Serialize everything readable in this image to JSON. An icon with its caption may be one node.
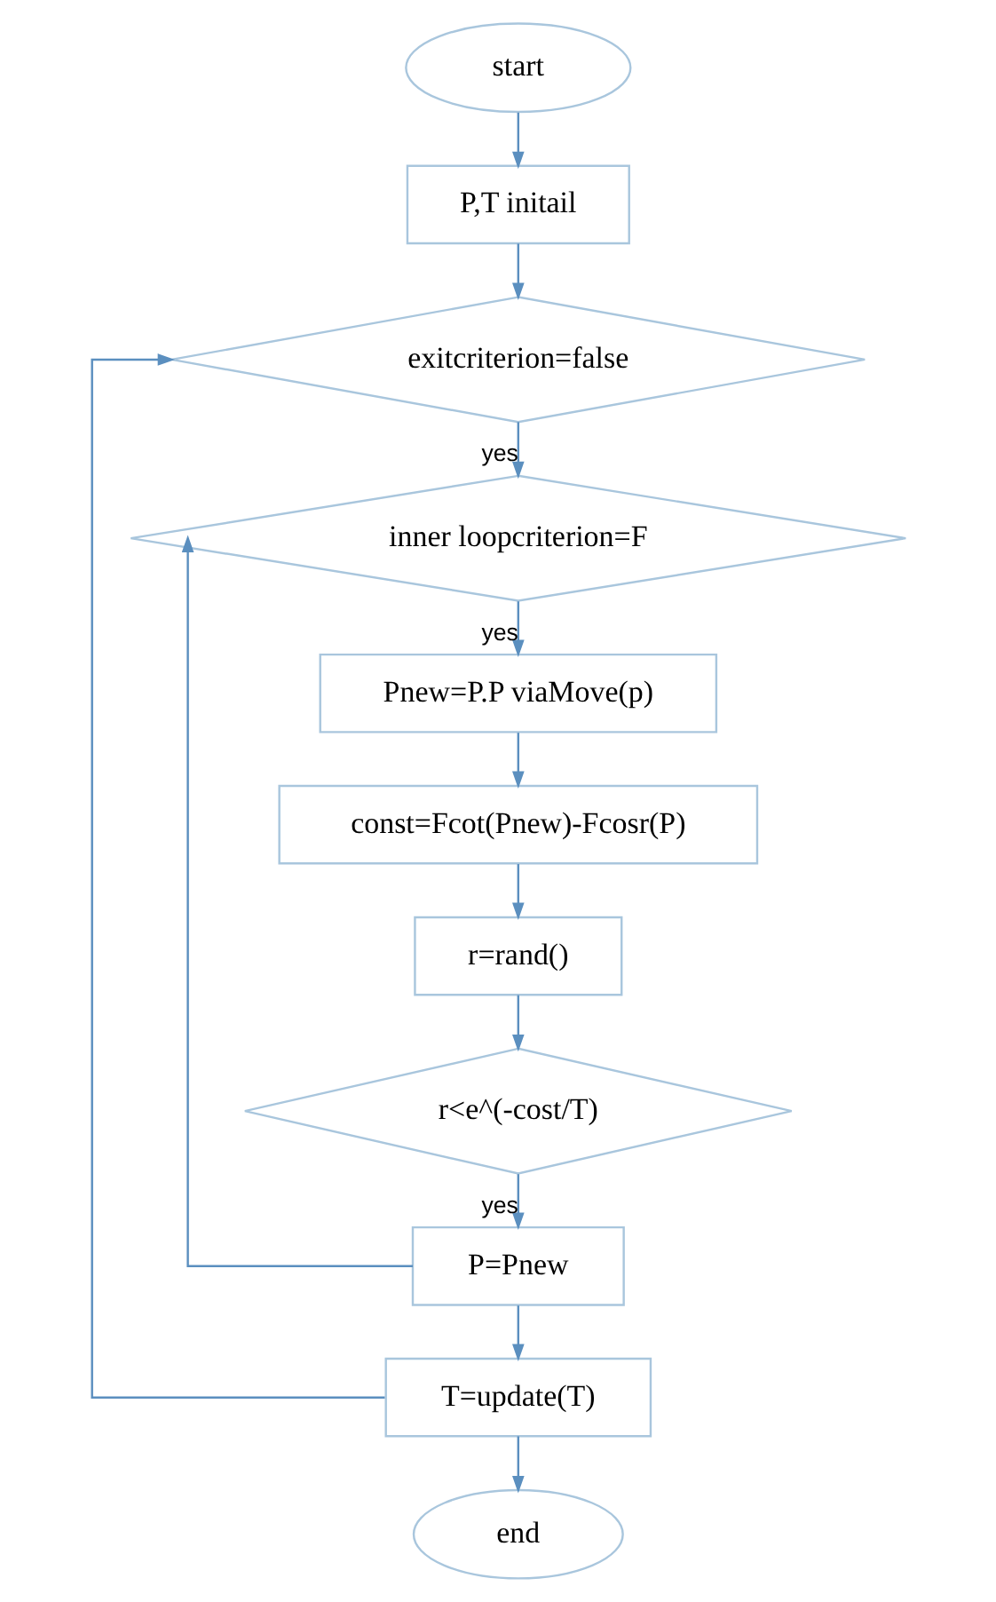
{
  "diagram": {
    "nodes": [
      {
        "text": [
          "start"
        ]
      },
      {
        "text": [
          "P,T initail"
        ]
      },
      {
        "text": [
          "exitcriterion=false"
        ]
      },
      {
        "text": [
          "inner loopcriterion=F"
        ]
      },
      {
        "text": [
          "Pnew=P.P viaMove(p)"
        ]
      },
      {
        "text": [
          "const=Fcot(Pnew)-Fcosr(P)"
        ]
      },
      {
        "text": [
          "r=rand()"
        ]
      },
      {
        "text": [
          "r<e^(-cost/T)"
        ]
      },
      {
        "text": [
          "P=Pnew"
        ]
      },
      {
        "text": [
          "T=update(T)"
        ]
      },
      {
        "text": [
          "end"
        ]
      }
    ],
    "edges": [
      {
        "from": 0,
        "to": 1,
        "arrow": "to"
      },
      {
        "from": 1,
        "to": 2,
        "arrow": "to"
      },
      {
        "from": 2,
        "to": 3,
        "arrow": "to",
        "label": "yes"
      },
      {
        "from": 3,
        "to": 4,
        "arrow": "to",
        "label": "yes"
      },
      {
        "from": 4,
        "to": 5,
        "arrow": "to"
      },
      {
        "from": 5,
        "to": 6,
        "arrow": "to"
      },
      {
        "from": 6,
        "to": 7,
        "arrow": "to"
      },
      {
        "from": 7,
        "to": 8,
        "arrow": "to",
        "label": "yes"
      },
      {
        "from": 8,
        "to": 3,
        "arrow": "to"
      },
      {
        "from": 8,
        "to": 9,
        "arrow": "to"
      },
      {
        "from": 9,
        "to": 2,
        "arrow": "to"
      },
      {
        "from": 9,
        "to": 10,
        "arrow": "to"
      }
    ]
  }
}
